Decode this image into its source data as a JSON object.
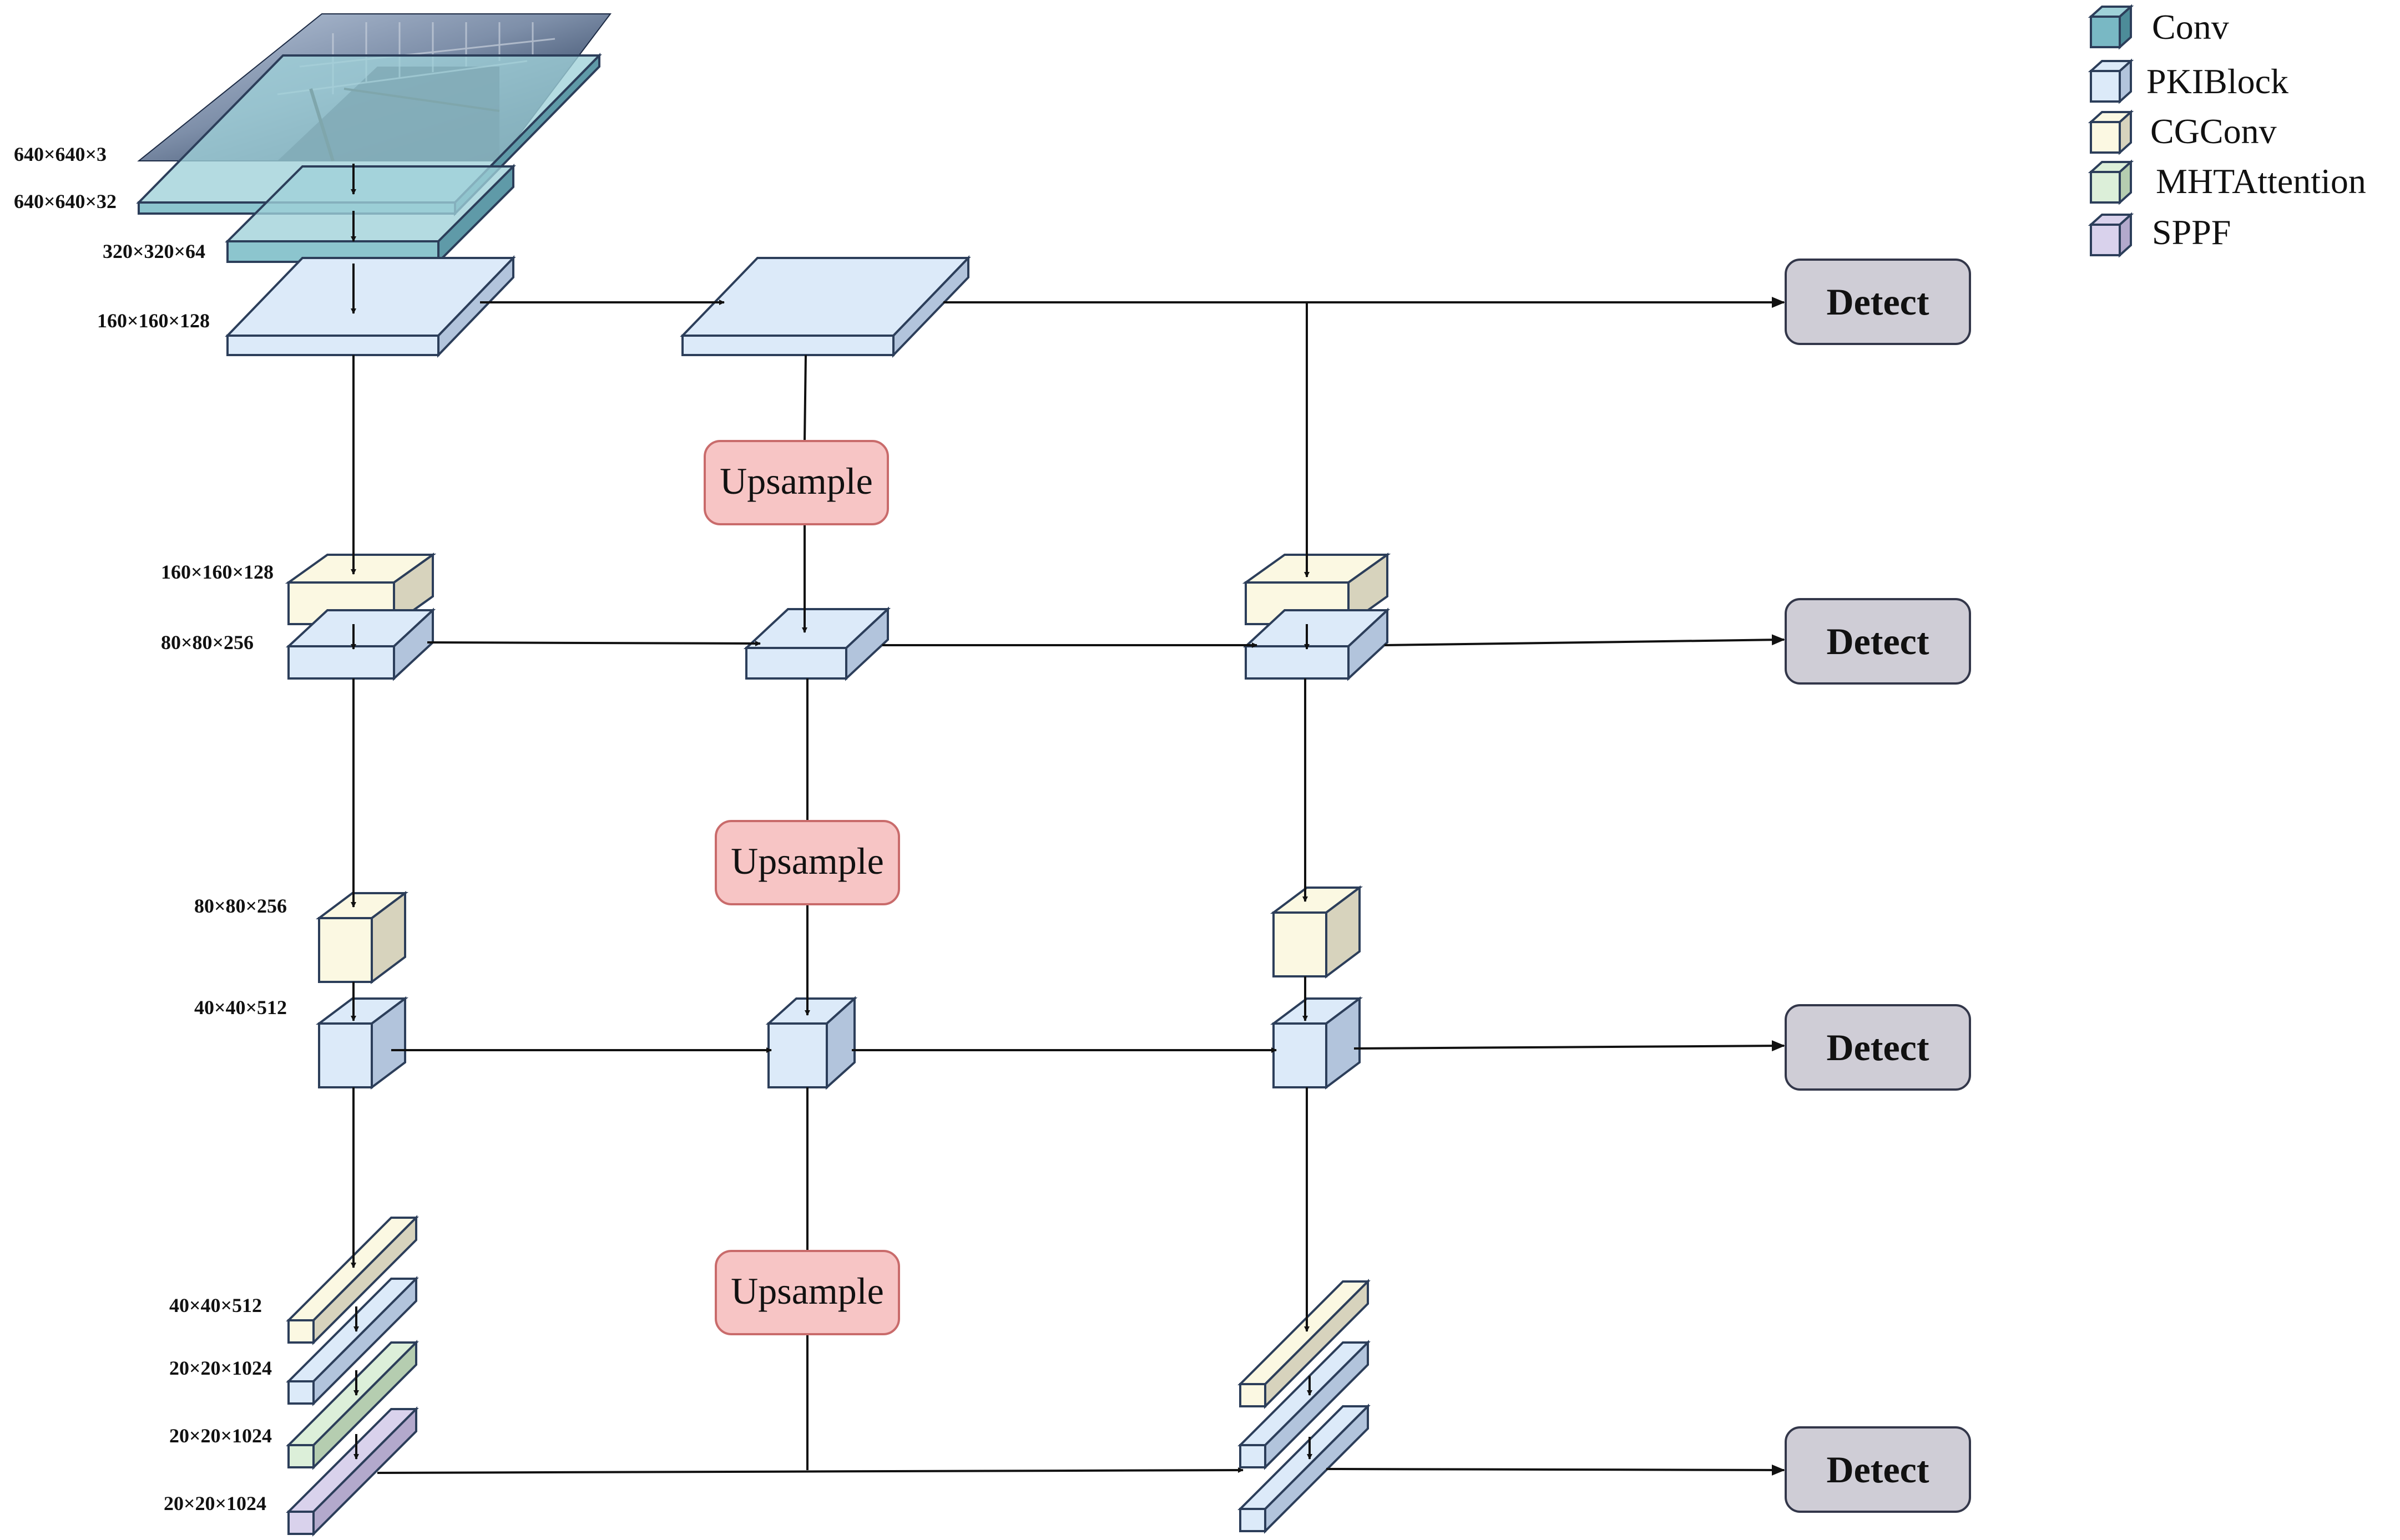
{
  "legend": [
    {
      "label": "Conv",
      "color": "#79b8c4"
    },
    {
      "label": "PKIBlock",
      "color": "#dceaf9"
    },
    {
      "label": "CGConv",
      "color": "#fbf8e2"
    },
    {
      "label": "MHTAttention",
      "color": "#dcefd9"
    },
    {
      "label": "SPPF",
      "color": "#d9d2ec"
    }
  ],
  "dims": {
    "d1": "640×640×3",
    "d2": "640×640×32",
    "d3": "320×320×64",
    "d4": "160×160×128",
    "d5": "160×160×128",
    "d6": "80×80×256",
    "d7": "80×80×256",
    "d8": "40×40×512",
    "d9": "40×40×512",
    "d10": "20×20×1024",
    "d11": "20×20×1024",
    "d12": "20×20×1024"
  },
  "upsample_label": "Upsample",
  "detect_label": "Detect",
  "colors": {
    "conv": "#9fd1d8",
    "pki": "#dceaf9",
    "cgconv": "#fbf8e2",
    "mht": "#dcefd9",
    "sppf": "#d9d2ec",
    "upsample_fill": "#f7c5c5",
    "upsample_border": "#c96b6b",
    "detect_fill": "#cfcdd6",
    "detect_border": "#33374a",
    "outline": "#2c3e5a"
  }
}
